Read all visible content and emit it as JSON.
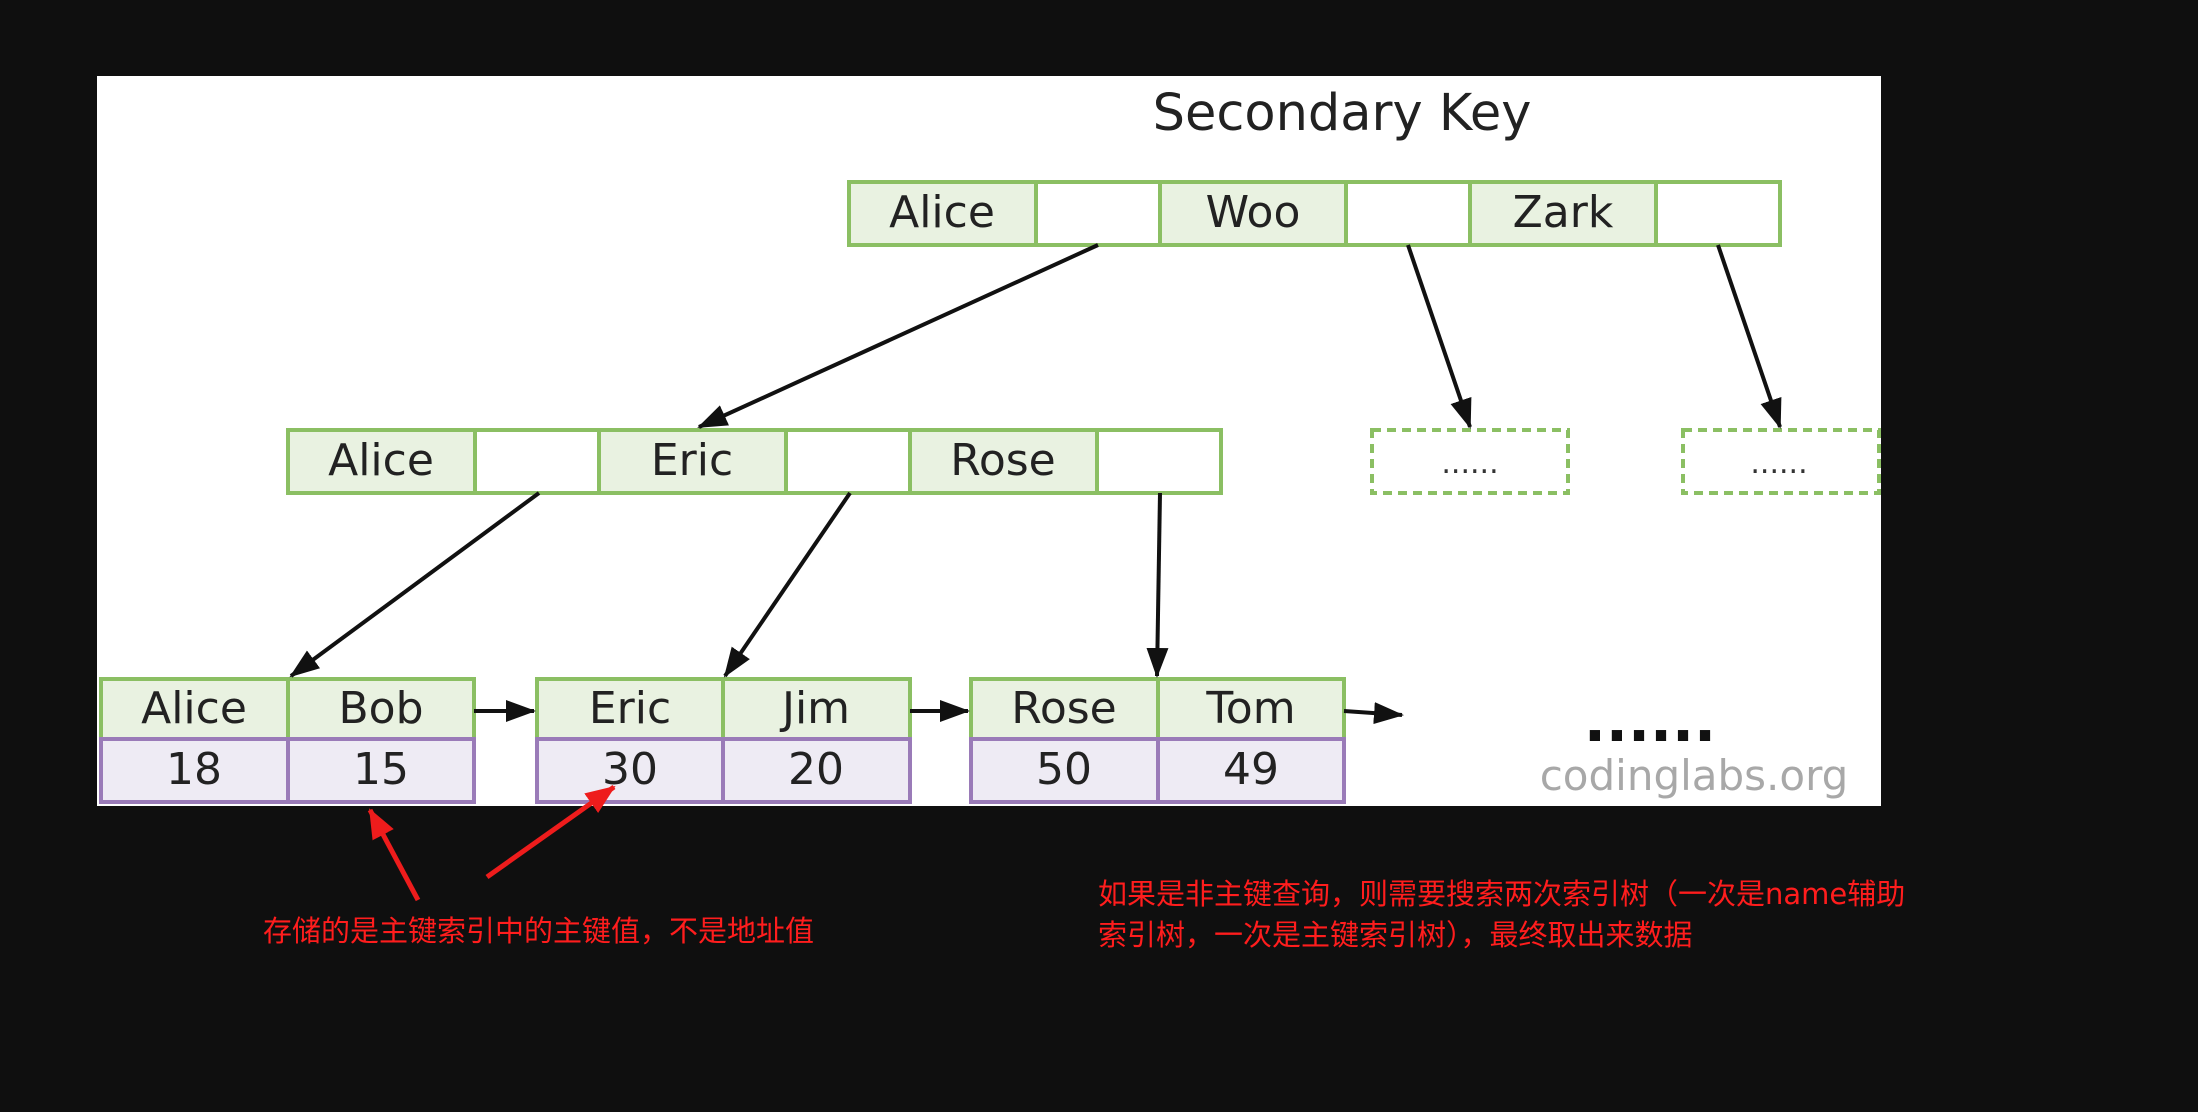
{
  "diagram": {
    "title": "Secondary Key",
    "watermark": "codinglabs.org",
    "trailing_ellipsis": "......",
    "root": {
      "keys": [
        "Alice",
        "Woo",
        "Zark"
      ]
    },
    "level2": {
      "keys": [
        "Alice",
        "Eric",
        "Rose"
      ],
      "placeholders": [
        "......",
        "......"
      ]
    },
    "leaves": [
      {
        "keys": [
          "Alice",
          "Bob"
        ],
        "values": [
          "18",
          "15"
        ]
      },
      {
        "keys": [
          "Eric",
          "Jim"
        ],
        "values": [
          "30",
          "20"
        ]
      },
      {
        "keys": [
          "Rose",
          "Tom"
        ],
        "values": [
          "50",
          "49"
        ]
      }
    ]
  },
  "notes": {
    "left": "存储的是主键索引中的主键值，不是地址值",
    "right_line1": "如果是非主键查询，则需要搜索两次索引树（一次是name辅助",
    "right_line2": "索引树，一次是主键索引树），最终取出来数据"
  },
  "colors": {
    "background": "#0f0f0f",
    "annotation_red": "#ff1d1d",
    "key_cell_border": "#8bbf63",
    "value_cell_border": "#9a7bb8"
  }
}
